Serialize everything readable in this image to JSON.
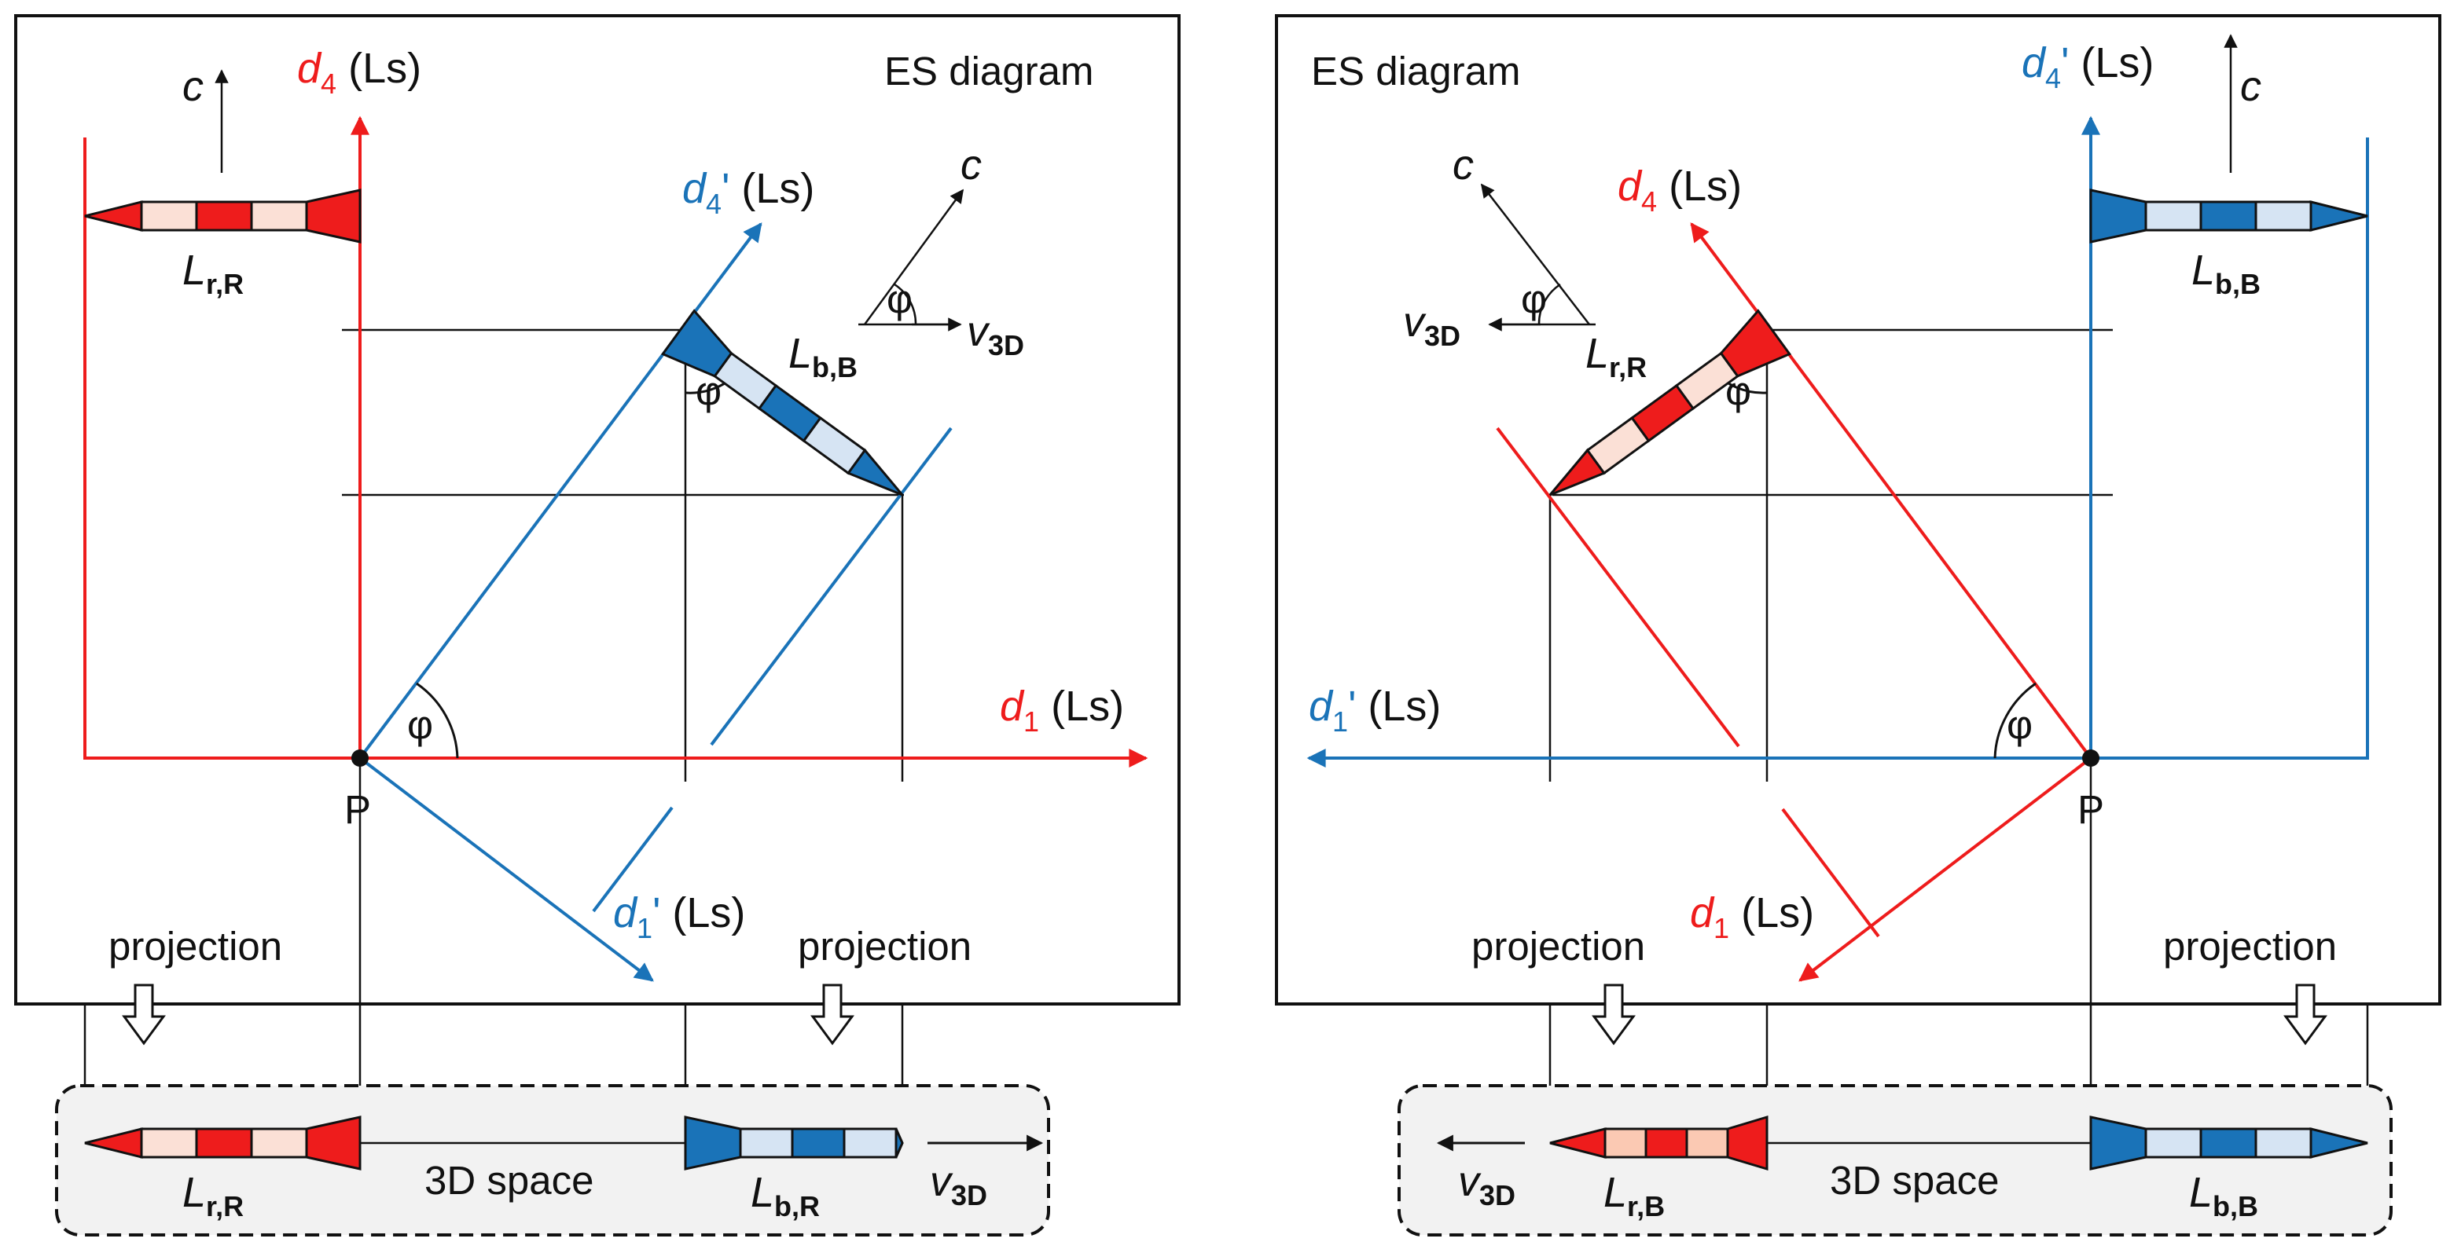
{
  "colors": {
    "red": "#ee1c1c",
    "blue": "#1a73b8",
    "black": "#111111",
    "pale_red": "#fbe0d6",
    "pale_blue": "#d6e4f3",
    "box_fill": "#f2f2f2"
  },
  "left": {
    "title": "ES diagram",
    "d4": {
      "sym": "d",
      "sub": "4",
      "unit": " (Ls)"
    },
    "d1": {
      "sym": "d",
      "sub": "1",
      "unit": " (Ls)"
    },
    "d4p": {
      "sym": "d",
      "sub": "4",
      "prime": "'",
      "unit": " (Ls)"
    },
    "d1p": {
      "sym": "d",
      "sub": "1",
      "prime": "'",
      "unit": " (Ls)"
    },
    "c": "c",
    "c2": "c",
    "v3d": {
      "sym": "v",
      "sub": "3D"
    },
    "phi": "φ",
    "point": "P",
    "rocket_red": {
      "sym": "L",
      "sub": "r,R"
    },
    "rocket_blue": {
      "sym": "L",
      "sub": "b,B"
    },
    "projection_1": "projection",
    "projection_2": "projection",
    "space": "3D space",
    "space_red": {
      "sym": "L",
      "sub": "r,R"
    },
    "space_blue": {
      "sym": "L",
      "sub": "b,R"
    },
    "space_v": {
      "sym": "v",
      "sub": "3D"
    }
  },
  "right": {
    "title": "ES diagram",
    "d4": {
      "sym": "d",
      "sub": "4",
      "unit": " (Ls)"
    },
    "d1": {
      "sym": "d",
      "sub": "1",
      "unit": " (Ls)"
    },
    "d4p": {
      "sym": "d",
      "sub": "4",
      "prime": "'",
      "unit": " (Ls)"
    },
    "d1p": {
      "sym": "d",
      "sub": "1",
      "prime": "'",
      "unit": " (Ls)"
    },
    "c": "c",
    "c2": "c",
    "v3d": {
      "sym": "v",
      "sub": "3D"
    },
    "phi": "φ",
    "point": "P",
    "rocket_red": {
      "sym": "L",
      "sub": "r,R"
    },
    "rocket_blue": {
      "sym": "L",
      "sub": "b,B"
    },
    "projection_1": "projection",
    "projection_2": "projection",
    "space": "3D space",
    "space_red": {
      "sym": "L",
      "sub": "r,B"
    },
    "space_blue": {
      "sym": "L",
      "sub": "b,B"
    },
    "space_v": {
      "sym": "v",
      "sub": "3D"
    }
  }
}
